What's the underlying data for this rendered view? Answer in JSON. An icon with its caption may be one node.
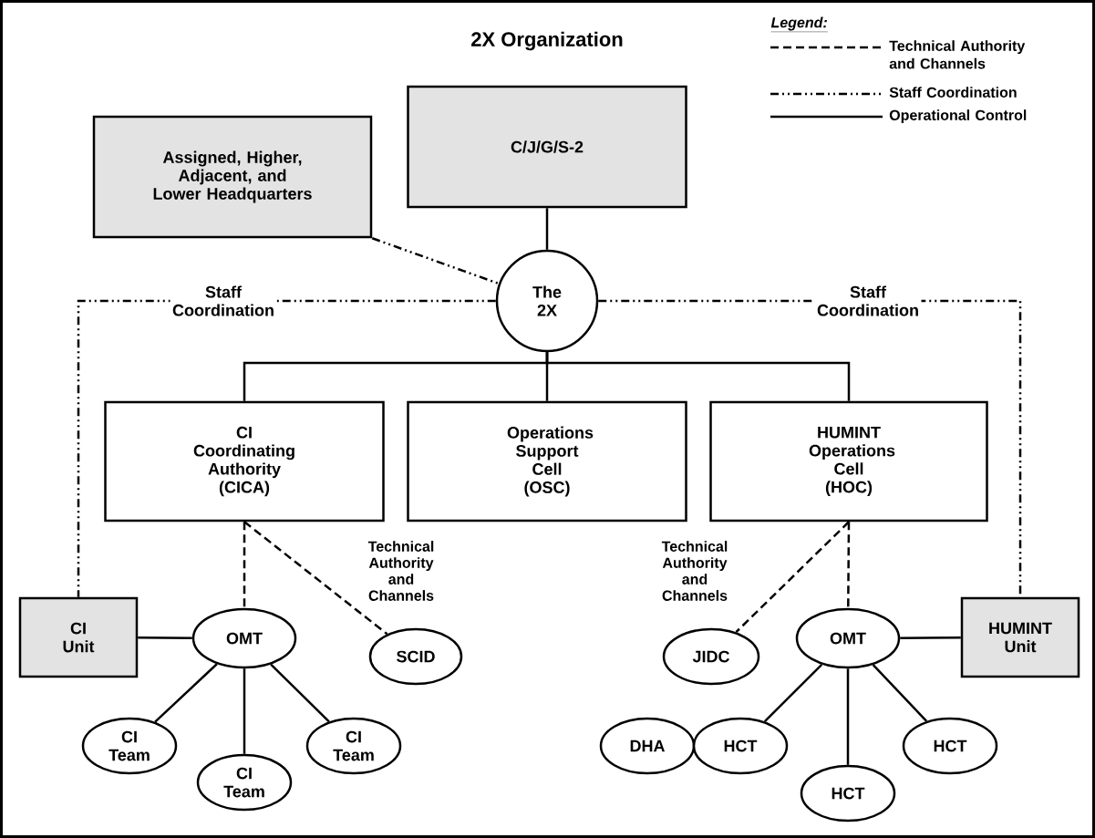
{
  "diagram": {
    "title": "2X Organization",
    "nodes": [
      {
        "text": [
          "C/J/G/S-2"
        ]
      },
      {
        "text": [
          "Assigned, Higher, Adjacent, and Lower Headquarters"
        ]
      },
      {
        "text": [
          "The 2X"
        ]
      },
      {
        "text": [
          "CI Coordinating Authority (CICA)"
        ]
      },
      {
        "text": [
          "Operations Support Cell (OSC)"
        ]
      },
      {
        "text": [
          "HUMINT Operations Cell (HOC)"
        ]
      },
      {
        "text": [
          "CI Unit"
        ]
      },
      {
        "text": [
          "OMT"
        ]
      },
      {
        "text": [
          "SCID"
        ]
      },
      {
        "text": [
          "CI Team"
        ]
      },
      {
        "text": [
          "CI Team"
        ]
      },
      {
        "text": [
          "CI Team"
        ]
      },
      {
        "text": [
          "HUMINT Unit"
        ]
      },
      {
        "text": [
          "JIDC"
        ]
      },
      {
        "text": [
          "OMT"
        ]
      },
      {
        "text": [
          "DHA"
        ]
      },
      {
        "text": [
          "HCT"
        ]
      },
      {
        "text": [
          "HCT"
        ]
      },
      {
        "text": [
          "HCT"
        ]
      }
    ],
    "edges": [
      {
        "from": 0,
        "to": 2,
        "arrow": "none"
      },
      {
        "from": 1,
        "to": 2,
        "arrow": "none",
        "style": "dashed"
      },
      {
        "from": 2,
        "to": 3,
        "arrow": "none"
      },
      {
        "from": 2,
        "to": 4,
        "arrow": "none"
      },
      {
        "from": 2,
        "to": 5,
        "arrow": "none"
      },
      {
        "from": 2,
        "to": 6,
        "arrow": "none",
        "style": "dashed",
        "label": "Staff Coordination"
      },
      {
        "from": 2,
        "to": 12,
        "arrow": "none",
        "style": "dashed",
        "label": "Staff Coordination"
      },
      {
        "from": 3,
        "to": 7,
        "arrow": "none",
        "style": "dashed"
      },
      {
        "from": 3,
        "to": 8,
        "arrow": "none",
        "style": "dashed",
        "label": "Technical Authority and Channels"
      },
      {
        "from": 6,
        "to": 7,
        "arrow": "none"
      },
      {
        "from": 7,
        "to": 9,
        "arrow": "none"
      },
      {
        "from": 7,
        "to": 10,
        "arrow": "none"
      },
      {
        "from": 7,
        "to": 11,
        "arrow": "none"
      },
      {
        "from": 5,
        "to": 13,
        "arrow": "none",
        "style": "dashed",
        "label": "Technical Authority and Channels"
      },
      {
        "from": 5,
        "to": 14,
        "arrow": "none",
        "style": "dashed"
      },
      {
        "from": 14,
        "to": 12,
        "arrow": "none"
      },
      {
        "from": 14,
        "to": 16,
        "arrow": "none"
      },
      {
        "from": 14,
        "to": 17,
        "arrow": "none"
      },
      {
        "from": 14,
        "to": 18,
        "arrow": "none"
      }
    ],
    "labels": [
      "Legend:"
    ],
    "legend": [
      {
        "text": "Technical Authority and Channels"
      },
      {
        "text": "Staff Coordination"
      },
      {
        "text": "Operational Control"
      }
    ]
  }
}
